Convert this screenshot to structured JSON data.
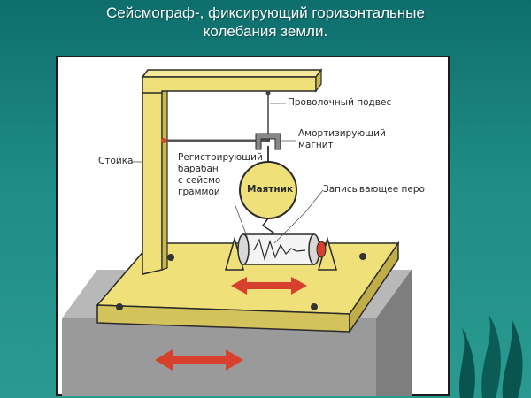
{
  "slide": {
    "title_line1": "Сейсмограф-, фиксирующий горизонтальные",
    "title_line2": "колебания земли."
  },
  "diagram": {
    "labels": {
      "stand": "Стойка",
      "wire_suspension": "Проволочный подвес",
      "damper_line1": "Амортизирующий",
      "damper_line2": "магнит",
      "drum_line1": "Регистрирующий",
      "drum_line2": "барабан",
      "drum_line3": "с  сейсмо",
      "drum_line4": "граммой",
      "pendulum": "Маятник",
      "pen": "Записывающее перо"
    }
  },
  "colors": {
    "background": "#1f8c85",
    "base_plate": "#efe07a",
    "ground": "#9c9c9c",
    "arrow": "#d8402e"
  }
}
